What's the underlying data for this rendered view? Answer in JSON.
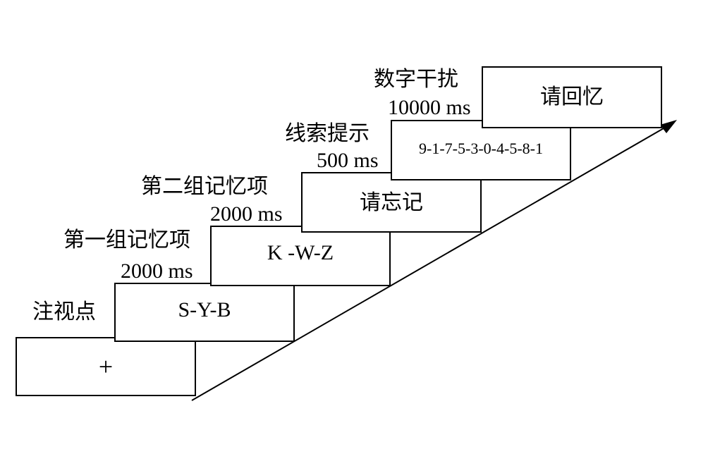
{
  "stages": [
    {
      "label": "注视点",
      "duration": "",
      "content": "+"
    },
    {
      "label": "",
      "duration": "",
      "content": "S-Y-B"
    },
    {
      "label": "第一组记忆项",
      "duration": "2000 ms",
      "content": "K -W-Z"
    },
    {
      "label": "第二组记忆项",
      "duration": "2000 ms",
      "content": "请忘记"
    },
    {
      "label": "线索提示",
      "duration": "500 ms",
      "content": "9-1-7-5-3-0-4-5-8-1"
    },
    {
      "label": "数字干扰",
      "duration": "10000 ms",
      "content": "请回忆"
    }
  ]
}
